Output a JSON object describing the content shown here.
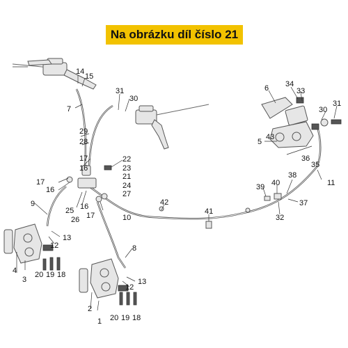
{
  "banner": {
    "text": "Na obrázku díl číslo 21"
  },
  "callouts": [
    {
      "id": "l14",
      "text": "14"
    },
    {
      "id": "l15",
      "text": "15"
    },
    {
      "id": "l7",
      "text": "7"
    },
    {
      "id": "l31a",
      "text": "31"
    },
    {
      "id": "l30a",
      "text": "30"
    },
    {
      "id": "l6",
      "text": "6"
    },
    {
      "id": "l34",
      "text": "34"
    },
    {
      "id": "l33",
      "text": "33"
    },
    {
      "id": "l30b",
      "text": "30"
    },
    {
      "id": "l31b",
      "text": "31"
    },
    {
      "id": "l5",
      "text": "5"
    },
    {
      "id": "l43",
      "text": "43"
    },
    {
      "id": "l36",
      "text": "36"
    },
    {
      "id": "l35",
      "text": "35"
    },
    {
      "id": "l11",
      "text": "11"
    },
    {
      "id": "l29",
      "text": "29"
    },
    {
      "id": "l28",
      "text": "28"
    },
    {
      "id": "l17a",
      "text": "17"
    },
    {
      "id": "l16a",
      "text": "16"
    },
    {
      "id": "l22",
      "text": "22"
    },
    {
      "id": "l23",
      "text": "23"
    },
    {
      "id": "l21",
      "text": "21"
    },
    {
      "id": "l24",
      "text": "24"
    },
    {
      "id": "l27",
      "text": "27"
    },
    {
      "id": "l17b",
      "text": "17"
    },
    {
      "id": "l16b",
      "text": "16"
    },
    {
      "id": "l25",
      "text": "25"
    },
    {
      "id": "l16c",
      "text": "16"
    },
    {
      "id": "l26",
      "text": "26"
    },
    {
      "id": "l17c",
      "text": "17"
    },
    {
      "id": "l9",
      "text": "9"
    },
    {
      "id": "l42",
      "text": "42"
    },
    {
      "id": "l10",
      "text": "10"
    },
    {
      "id": "l41",
      "text": "41"
    },
    {
      "id": "l39",
      "text": "39"
    },
    {
      "id": "l40",
      "text": "40"
    },
    {
      "id": "l38",
      "text": "38"
    },
    {
      "id": "l37",
      "text": "37"
    },
    {
      "id": "l32",
      "text": "32"
    },
    {
      "id": "l13a",
      "text": "13"
    },
    {
      "id": "l12a",
      "text": "12"
    },
    {
      "id": "l4",
      "text": "4"
    },
    {
      "id": "l3",
      "text": "3"
    },
    {
      "id": "l20a",
      "text": "20"
    },
    {
      "id": "l19a",
      "text": "19"
    },
    {
      "id": "l18a",
      "text": "18"
    },
    {
      "id": "l8",
      "text": "8"
    },
    {
      "id": "l13b",
      "text": "13"
    },
    {
      "id": "l12b",
      "text": "12"
    },
    {
      "id": "l2",
      "text": "2"
    },
    {
      "id": "l1",
      "text": "1"
    },
    {
      "id": "l20b",
      "text": "20"
    },
    {
      "id": "l19b",
      "text": "19"
    },
    {
      "id": "l18b",
      "text": "18"
    }
  ]
}
